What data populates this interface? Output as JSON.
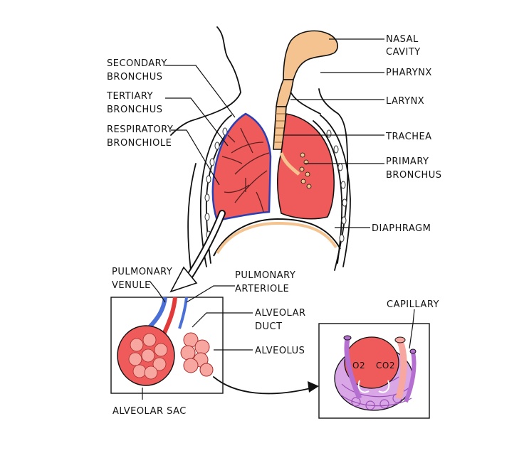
{
  "labels": {
    "nasal_cavity": [
      "NASAL",
      "CAVITY"
    ],
    "pharynx": "PHARYNX",
    "larynx": "LARYNX",
    "trachea": "TRACHEA",
    "primary_bronchus": [
      "PRIMARY",
      "BRONCHUS"
    ],
    "diaphragm": "DIAPHRAGM",
    "secondary_bronchus": [
      "SECONDARY",
      "BRONCHUS"
    ],
    "tertiary_bronchus": [
      "TERTIARY",
      "BRONCHUS"
    ],
    "respiratory_bronchiole": [
      "RESPIRATORY",
      "BRONCHIOLE"
    ],
    "pulmonary_venule": [
      "PULMONARY",
      "VENULE"
    ],
    "pulmonary_arteriole": [
      "PULMONARY",
      "ARTERIOLE"
    ],
    "alveolar_duct": [
      "ALVEOLAR",
      "DUCT"
    ],
    "alveolus": "ALVEOLUS",
    "alveolar_sac": "ALVEOLAR SAC",
    "capillary": "CAPILLARY",
    "o2": "O2",
    "co2": "CO2"
  },
  "colors": {
    "lung": "#ef5b5b",
    "lung_light": "#f7a6a0",
    "airway": "#f4c38f",
    "vein": "#4a6fd6",
    "artery": "#e23a3a",
    "capillary_net": "#c78bd6"
  }
}
